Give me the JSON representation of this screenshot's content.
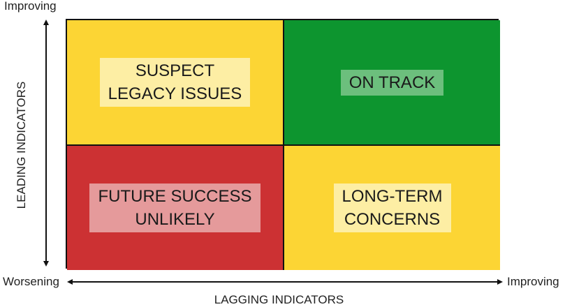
{
  "axes": {
    "y_title": "LEADING INDICATORS",
    "y_top": "Improving",
    "x_title": "LAGGING INDICATORS",
    "x_left": "Worsening",
    "x_right": "Improving"
  },
  "quadrants": {
    "top_left": {
      "lines": [
        "SUSPECT",
        "LEGACY ISSUES"
      ],
      "fill": "#fcd534",
      "label_bg": "#fdeea4"
    },
    "top_right": {
      "lines": [
        "ON TRACK"
      ],
      "fill": "#0d952f",
      "label_bg": "#6cbf7d"
    },
    "bottom_left": {
      "lines": [
        "FUTURE SUCCESS",
        "UNLIKELY"
      ],
      "fill": "#cc3133",
      "label_bg": "#e59a9b"
    },
    "bottom_right": {
      "lines": [
        "LONG-TERM",
        "CONCERNS"
      ],
      "fill": "#fcd534",
      "label_bg": "#fdeea4"
    }
  }
}
